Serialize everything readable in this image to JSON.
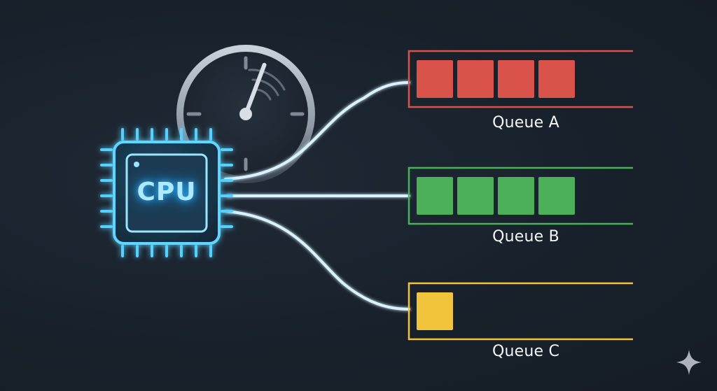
{
  "cpu": {
    "label": "CPU",
    "glow_color": "#3cc8ff"
  },
  "gauge": {
    "icon": "stopwatch-gauge-icon",
    "needle_level": 0.82
  },
  "queues": [
    {
      "label": "Queue A",
      "color": "#d9534a",
      "filled_slots": 4,
      "capacity": 4
    },
    {
      "label": "Queue B",
      "color": "#4caf5a",
      "filled_slots": 4,
      "capacity": 4
    },
    {
      "label": "Queue C",
      "color": "#f2c43b",
      "filled_slots": 1,
      "capacity": 4
    }
  ],
  "connector_color": "#cfeeff",
  "watermark_icon": "sparkle-icon"
}
